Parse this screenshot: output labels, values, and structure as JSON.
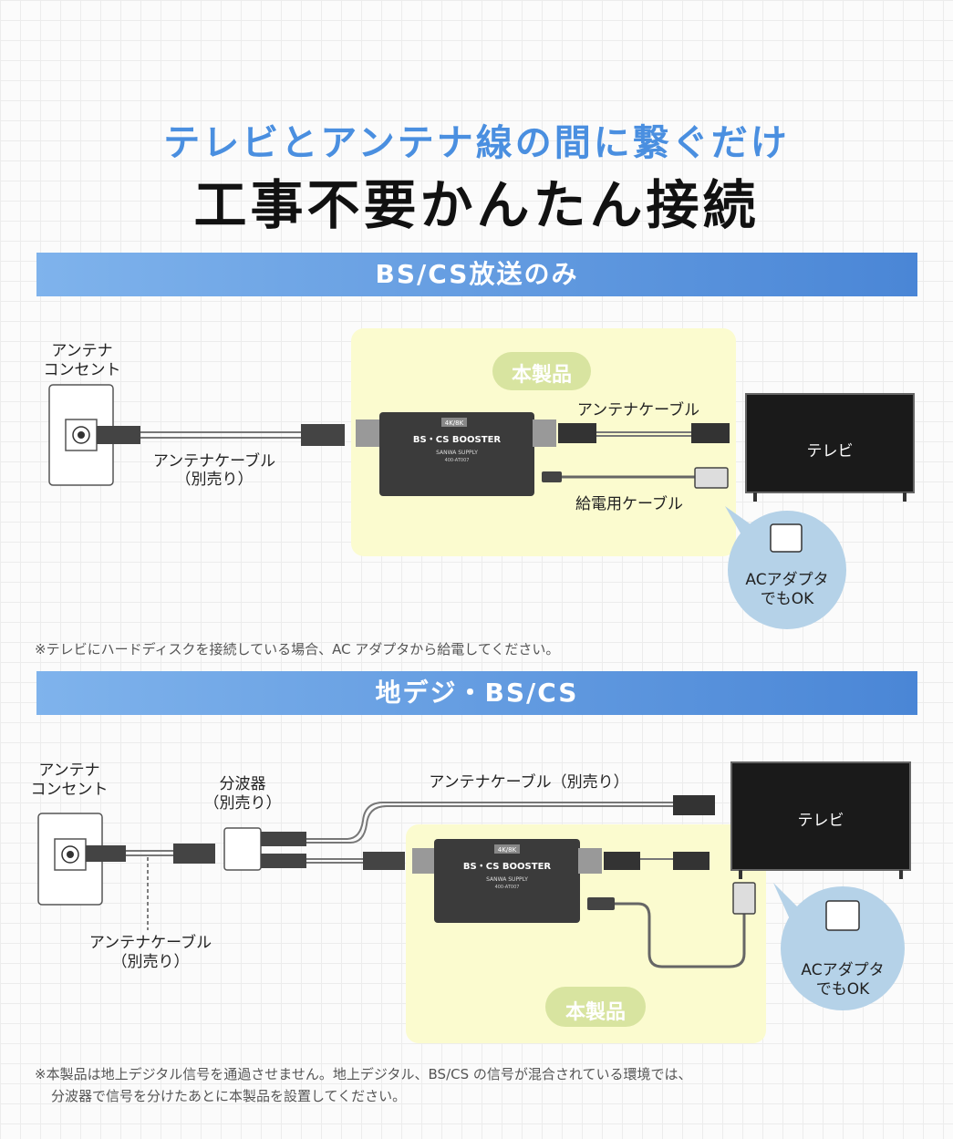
{
  "header": {
    "subtitle": "テレビとアンテナ線の間に繋ぐだけ",
    "title": "工事不要かんたん接続"
  },
  "section1": {
    "band": "BS/CS放送のみ",
    "outlet_label_1": "アンテナ",
    "outlet_label_2": "コンセント",
    "product_label": "本製品",
    "cable_left_1": "アンテナケーブル",
    "cable_left_2": "（別売り）",
    "cable_right": "アンテナケーブル",
    "power_cable": "給電用ケーブル",
    "tv": "テレビ",
    "adapter_1": "ACアダプタ",
    "adapter_2": "でもOK",
    "note": "※テレビにハードディスクを接続している場合、AC アダプタから給電してください。"
  },
  "section2": {
    "band": "地デジ・BS/CS",
    "outlet_label_1": "アンテナ",
    "outlet_label_2": "コンセント",
    "splitter_1": "分波器",
    "splitter_2": "（別売り）",
    "cable_top": "アンテナケーブル（別売り）",
    "cable_bottom_1": "アンテナケーブル",
    "cable_bottom_2": "（別売り）",
    "product_label": "本製品",
    "tv": "テレビ",
    "adapter_1": "ACアダプタ",
    "adapter_2": "でもOK",
    "note_1": "※本製品は地上デジタル信号を通過させません。地上デジタル、BS/CS の信号が混合されている環境では、",
    "note_2": "分波器で信号を分けたあとに本製品を設置してください。"
  },
  "device": {
    "badge": "4K/8K",
    "name": "BS・CS BOOSTER",
    "brand": "SANWA SUPPLY",
    "model": "400-AT007"
  },
  "colors": {
    "accent_blue": "#4a8fe0",
    "band_start": "#7fb3ec",
    "band_end": "#4a86d6",
    "product_area": "#fbfbcf",
    "product_badge": "#d8e4a0",
    "adapter_bubble": "#b5d2e8"
  }
}
